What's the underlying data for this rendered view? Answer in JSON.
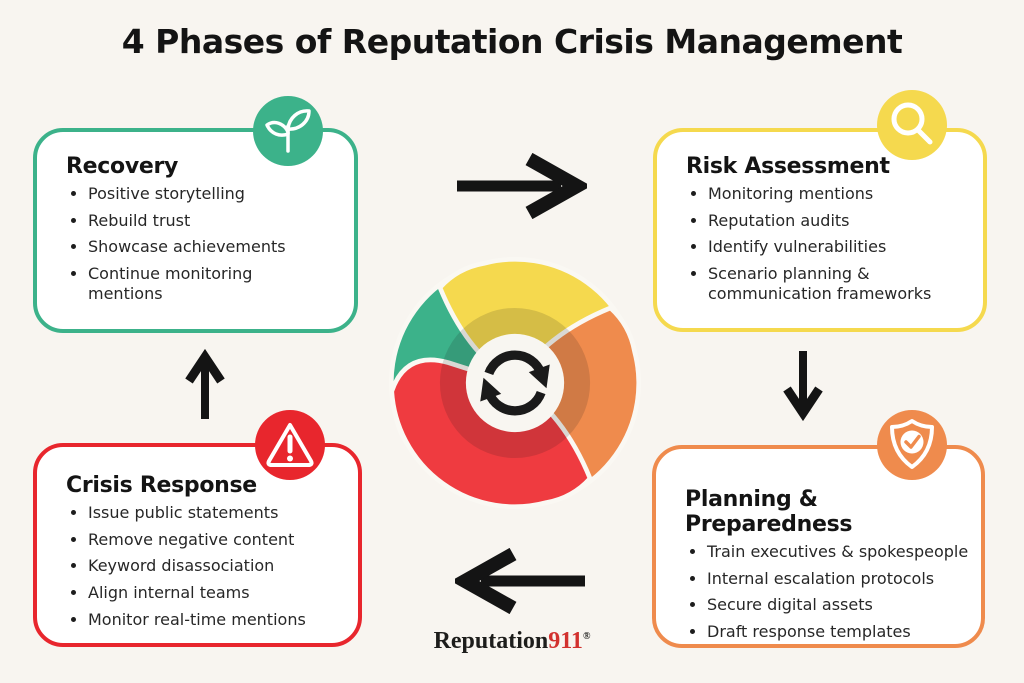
{
  "title": "4 Phases of Reputation Crisis Management",
  "palette": {
    "background": "#f8f5f0",
    "card_background": "#ffffff",
    "arrow_color": "#141414",
    "text_dark": "#141414",
    "text_body": "#272727"
  },
  "phases": [
    {
      "name": "Recovery",
      "color": "#3cb28a",
      "icon": "sprout-icon",
      "items": [
        "Positive storytelling",
        "Rebuild trust",
        "Showcase achievements",
        "Continue monitoring mentions"
      ]
    },
    {
      "name": "Risk Assessment",
      "color": "#f5d94e",
      "icon": "magnifier-icon",
      "items": [
        "Monitoring mentions",
        "Reputation audits",
        "Identify vulnerabilities",
        "Scenario planning & communication frameworks"
      ]
    },
    {
      "name": "Crisis Response",
      "color": "#e8262d",
      "icon": "warning-triangle-icon",
      "items": [
        "Issue public statements",
        "Remove negative content",
        "Keyword disassociation",
        "Align internal teams",
        "Monitor real-time mentions"
      ]
    },
    {
      "name": "Planning & Preparedness",
      "color": "#ef8b4d",
      "icon": "shield-check-icon",
      "items": [
        "Train executives & spokespeople",
        "Internal escalation protocols",
        "Secure digital assets",
        "Draft response templates"
      ]
    }
  ],
  "wheel": {
    "center_icon": "cycle-arrows-icon",
    "segment_colors": {
      "green": "#3cb28a",
      "yellow": "#f5d94e",
      "orange": "#ef8b4d",
      "red": "#ef3b40"
    }
  },
  "logo": {
    "brand": "Reputation",
    "number": "911",
    "registered_mark": "®",
    "number_color": "#d2312e"
  }
}
